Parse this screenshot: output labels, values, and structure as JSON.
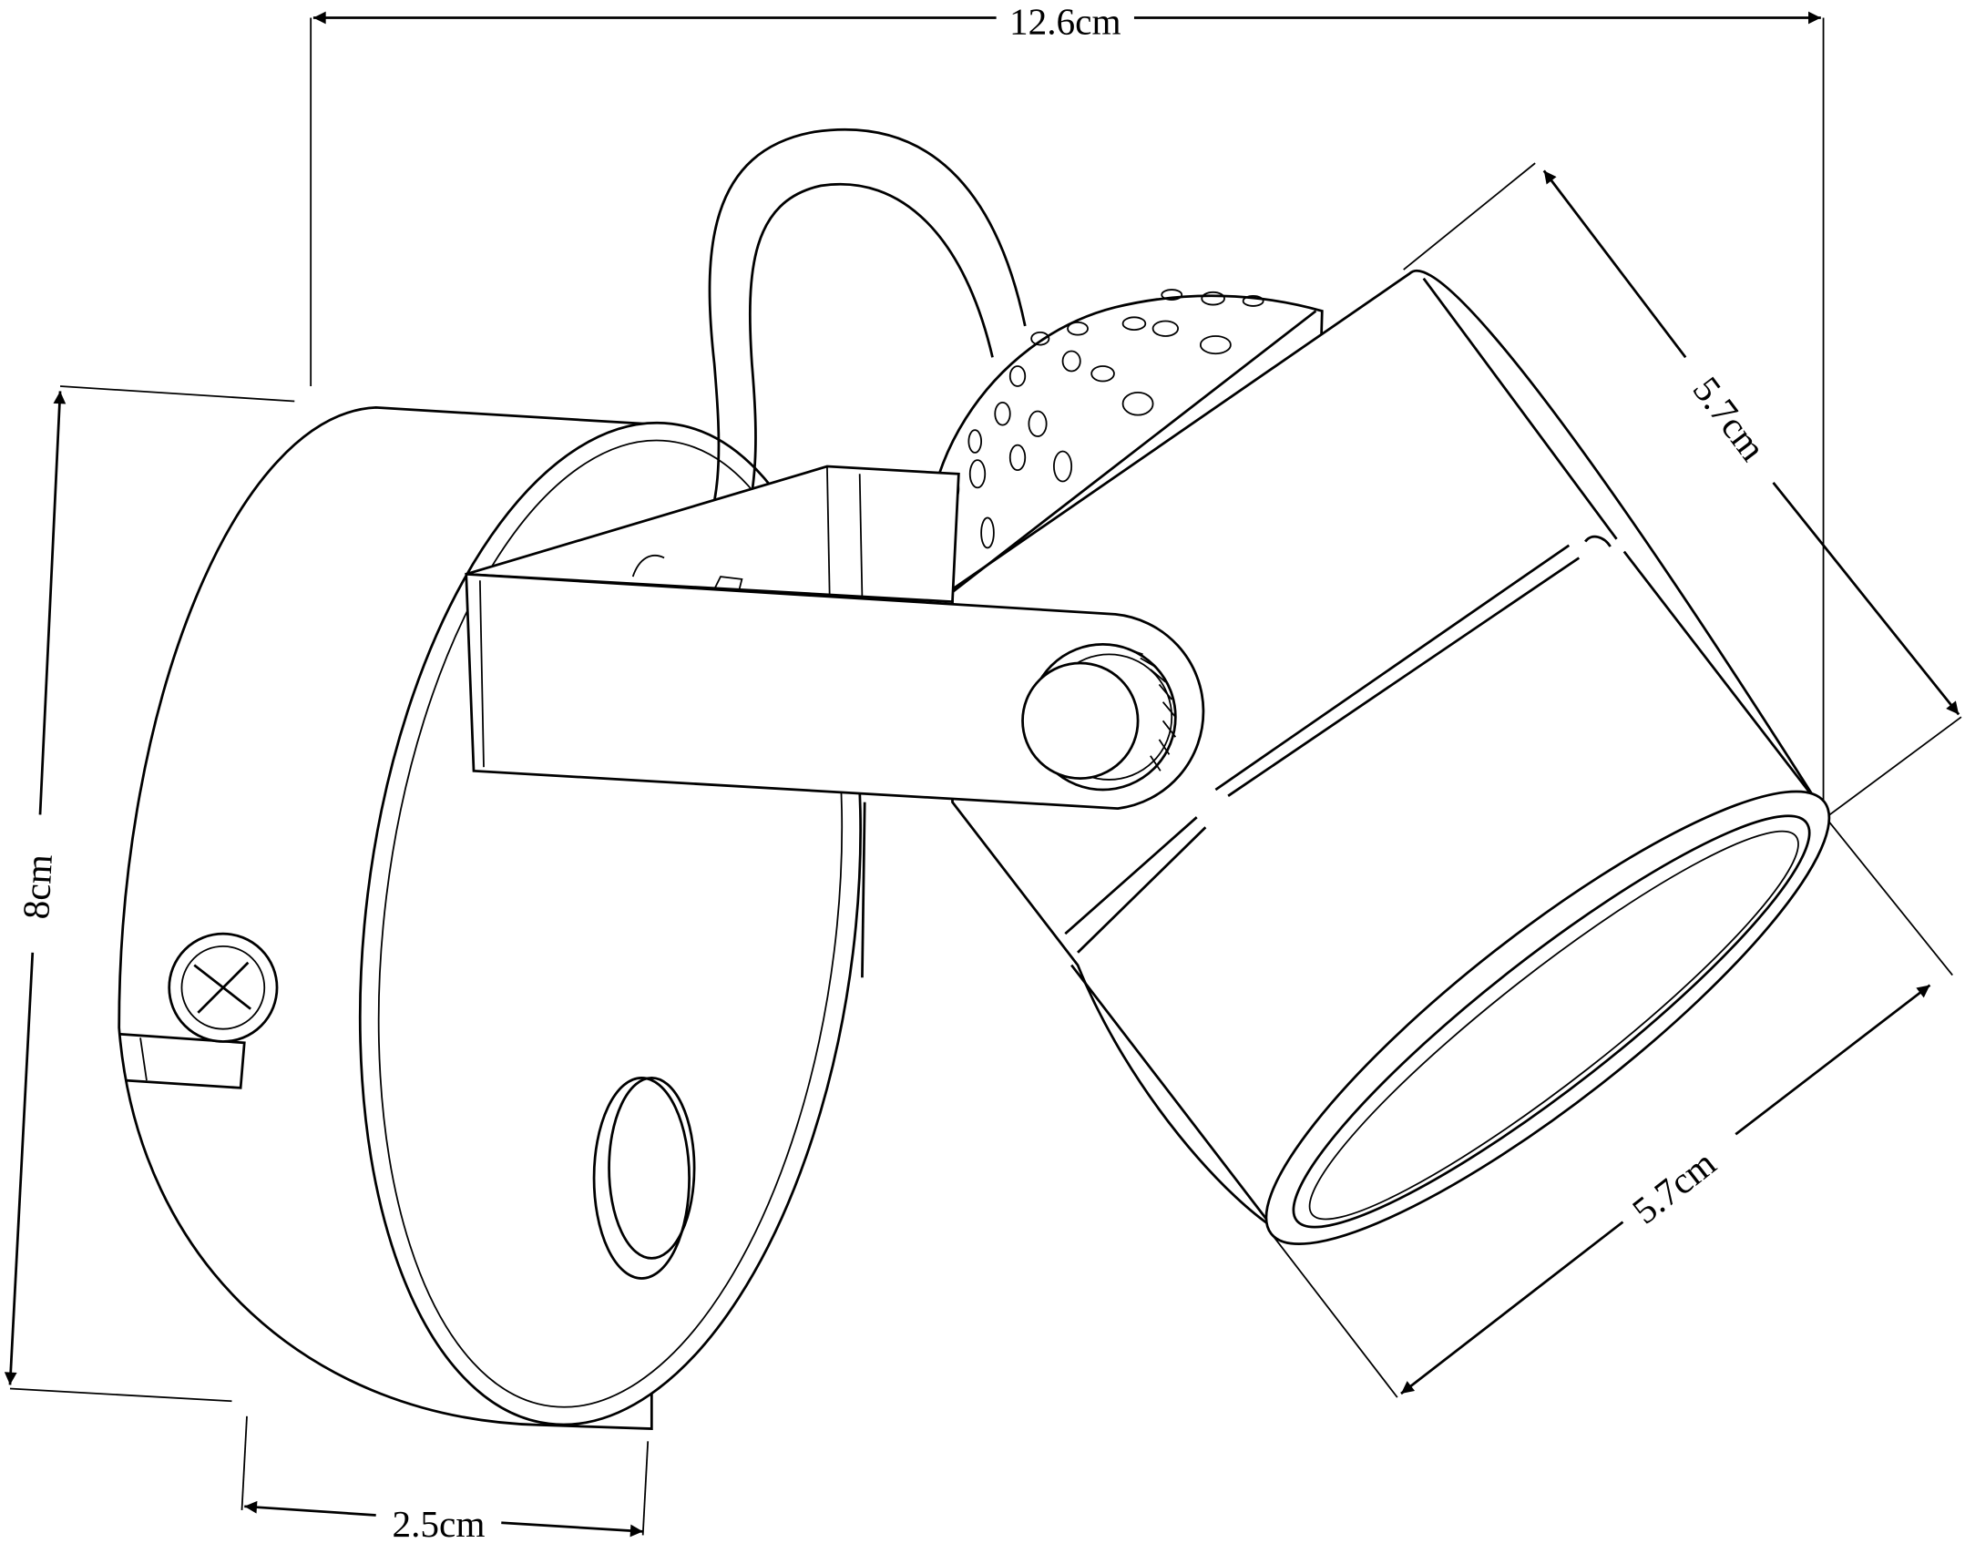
{
  "title": "Wall spotlight dimension drawing",
  "colors": {
    "line": "#000000",
    "background": "#ffffff"
  },
  "dimensions": {
    "total_width": "12.6cm",
    "height": "8cm",
    "base_depth": "2.5cm",
    "head_length": "5.7cm",
    "head_diameter": "5.7cm"
  }
}
